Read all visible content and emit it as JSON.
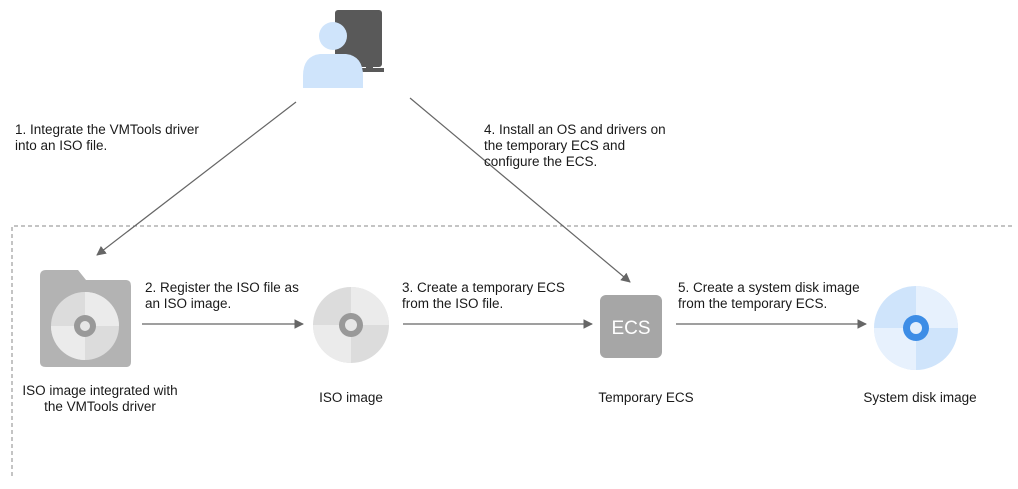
{
  "steps": {
    "step1": "1. Integrate the VMTools driver\ninto an ISO file.",
    "step2": "2. Register the ISO file as\nan ISO image.",
    "step3": "3. Create a temporary ECS\nfrom the ISO file.",
    "step4": "4. Install an OS and drivers on\nthe temporary ECS and\nconfigure the ECS.",
    "step5": "5. Create a system disk image\nfrom the temporary ECS."
  },
  "nodes": {
    "iso_integrated": "ISO image integrated with\nthe VMTools driver",
    "iso_image": "ISO image",
    "temporary_ecs": "Temporary ECS",
    "ecs_icon_text": "ECS",
    "system_disk_image": "System disk image"
  },
  "icons": [
    "user-computer-icon",
    "folder-disc-icon",
    "disc-icon",
    "ecs-server-icon",
    "blue-disc-icon"
  ],
  "colors": {
    "icon_blue": "#cfe4fb",
    "monitor": "#595959",
    "disc_gray": "#dcdcdc",
    "folder_gray": "#b3b3b3",
    "ecs_box": "#a6a6a6",
    "accent_blue": "#3d8de6",
    "line": "#666666"
  }
}
